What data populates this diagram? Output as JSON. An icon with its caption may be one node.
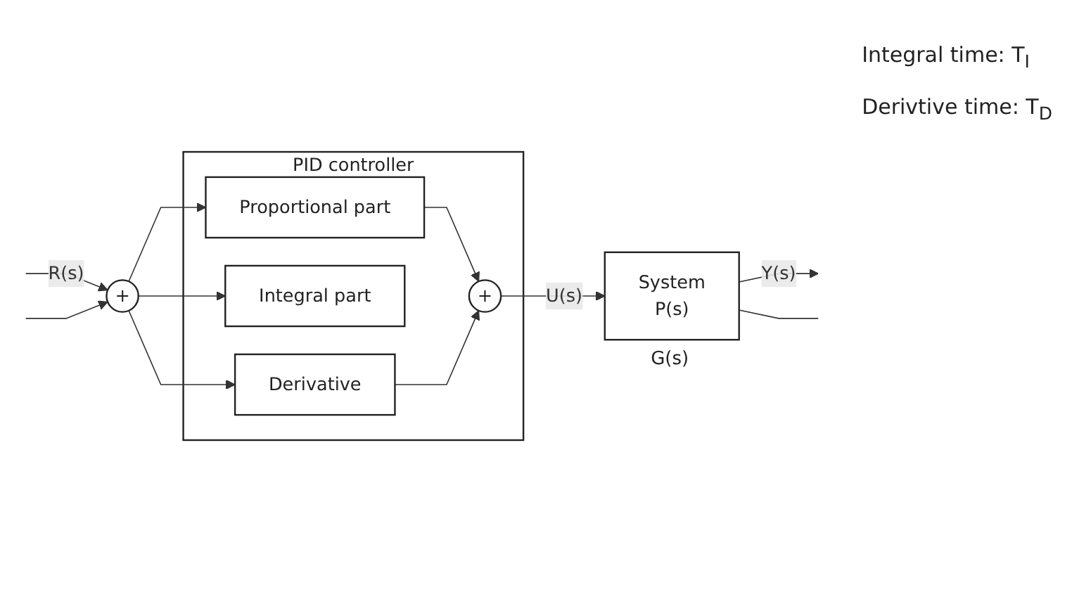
{
  "diagram": {
    "nodes": [
      {
        "text": [
          "+"
        ]
      },
      {
        "text": [
          "PID controller"
        ]
      },
      {
        "text": [
          "Proportional part"
        ],
        "in": 1
      },
      {
        "text": [
          "Integral part"
        ],
        "in": 1
      },
      {
        "text": [
          "Derivative"
        ],
        "in": 1
      },
      {
        "text": [
          "+"
        ],
        "in": 1
      },
      {
        "text": [
          "System",
          "P(s)"
        ],
        "beside": [
          "G(s)"
        ]
      }
    ],
    "edges": [
      {
        "from": null,
        "to": 0,
        "arrow": "to",
        "label": "R(s)"
      },
      {
        "from": null,
        "to": 0,
        "arrow": "to"
      },
      {
        "from": 0,
        "to": 2,
        "arrow": "to"
      },
      {
        "from": 0,
        "to": 3,
        "arrow": "to"
      },
      {
        "from": 0,
        "to": 4,
        "arrow": "to"
      },
      {
        "from": 2,
        "to": 5,
        "arrow": "to"
      },
      {
        "from": 4,
        "to": 5,
        "arrow": "to"
      },
      {
        "from": 5,
        "to": 6,
        "arrow": "to",
        "label": "U(s)"
      },
      {
        "from": 6,
        "to": null,
        "arrow": "to",
        "label": "Y(s)"
      },
      {
        "from": 6,
        "to": null,
        "arrow": "none"
      }
    ],
    "labels": [
      "Integral time: T$_{I}$",
      "Derivtive time: T$_{D}$"
    ]
  }
}
